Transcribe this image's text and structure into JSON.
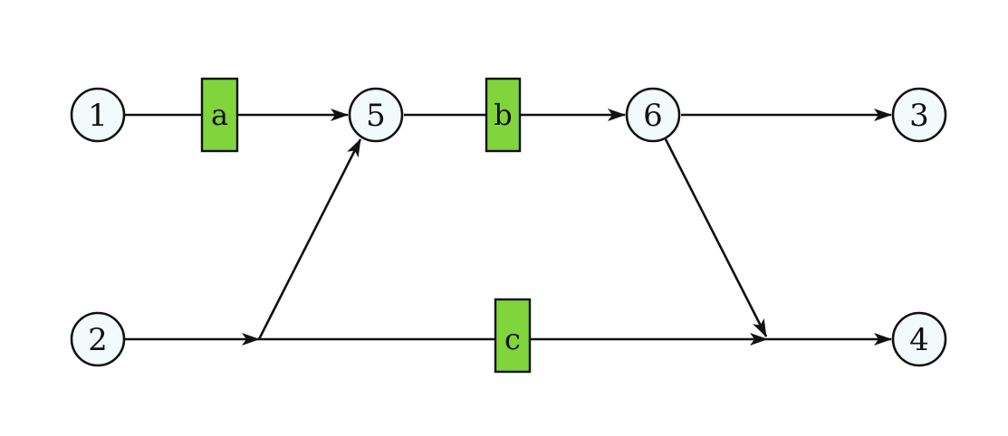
{
  "nodes": [
    {
      "id": "n1",
      "label": "1"
    },
    {
      "id": "n2",
      "label": "2"
    },
    {
      "id": "n3",
      "label": "3"
    },
    {
      "id": "n4",
      "label": "4"
    },
    {
      "id": "n5",
      "label": "5"
    },
    {
      "id": "n6",
      "label": "6"
    }
  ],
  "transitions": [
    {
      "id": "ta",
      "label": "a"
    },
    {
      "id": "tb",
      "label": "b"
    },
    {
      "id": "tc",
      "label": "c"
    }
  ],
  "colors": {
    "node_fill": "#f3fafb",
    "transition_fill": "#80d43c",
    "stroke": "#111111"
  }
}
